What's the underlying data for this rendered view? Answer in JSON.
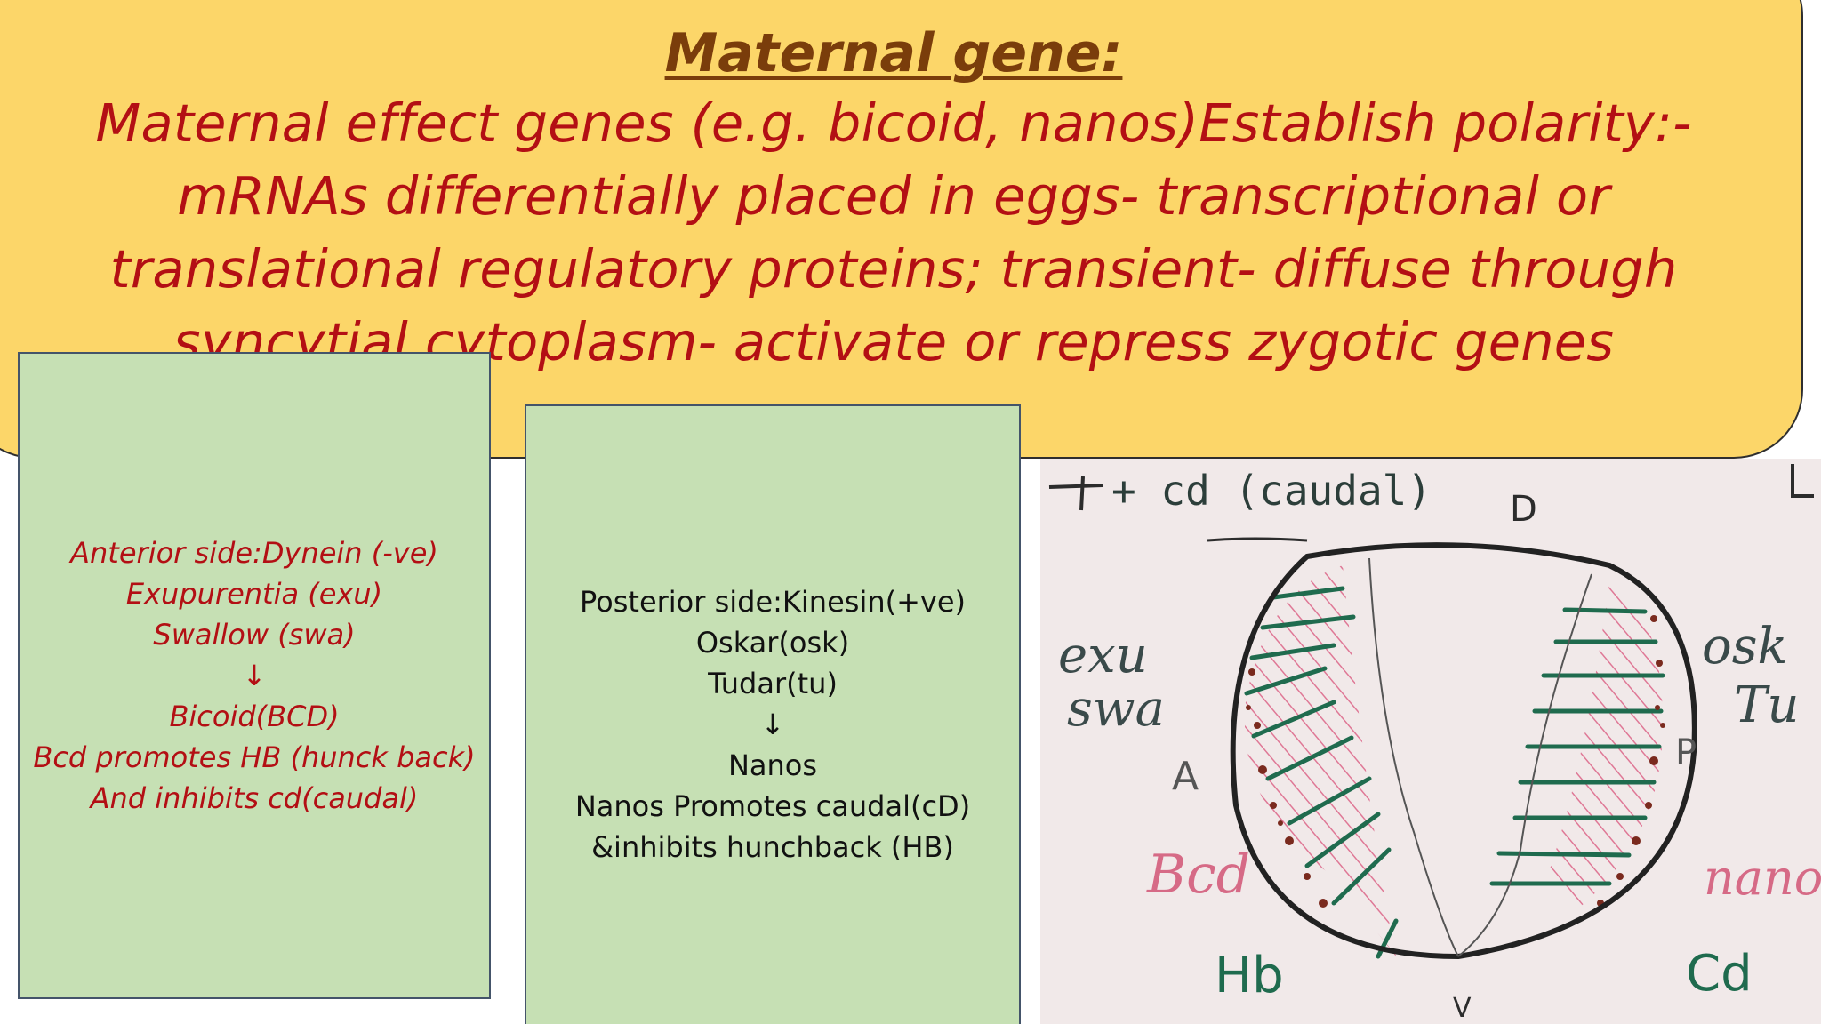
{
  "slide": {
    "heading": "Maternal gene:",
    "intro": "Maternal effect genes (e.g. bicoid, nanos)Establish polarity:- mRNAs differentially placed in eggs- transcriptional or translational regulatory proteins; transient- diffuse through syncytial cytoplasm- activate or repress zygotic genes"
  },
  "anterior_box": {
    "lines": [
      "Anterior side:Dynein (-ve)",
      "Exupurentia (exu)",
      "Swallow (swa)",
      "↓",
      "Bicoid(BCD)",
      "Bcd promotes HB (hunck back)",
      "And inhibits cd(caudal)"
    ]
  },
  "posterior_box": {
    "lines": [
      "Posterior side:Kinesin(+ve)",
      "Oskar(osk)",
      "Tudar(tu)",
      "↓",
      "Nanos",
      "Nanos Promotes caudal(cD)",
      "&inhibits hunchback (HB)"
    ]
  },
  "drawing": {
    "top_label": "+ cd (caudal)",
    "dorsal": "D",
    "ventral": "V",
    "anterior": "A",
    "posterior": "P",
    "left_genes": [
      "exu",
      "swa"
    ],
    "right_genes": [
      "osk",
      "Tu"
    ],
    "anterior_morphogen": "Bcd",
    "posterior_morphogen": "nanos",
    "bottom_left": "Hb",
    "bottom_right": "Cd"
  },
  "colors": {
    "banner": "#fcd669",
    "box_fill": "#c6e0b4",
    "red_text": "#b30f14",
    "heading_text": "#7a3d0b",
    "marker_green": "#1f6b4e",
    "marker_pink": "#d9527a"
  }
}
